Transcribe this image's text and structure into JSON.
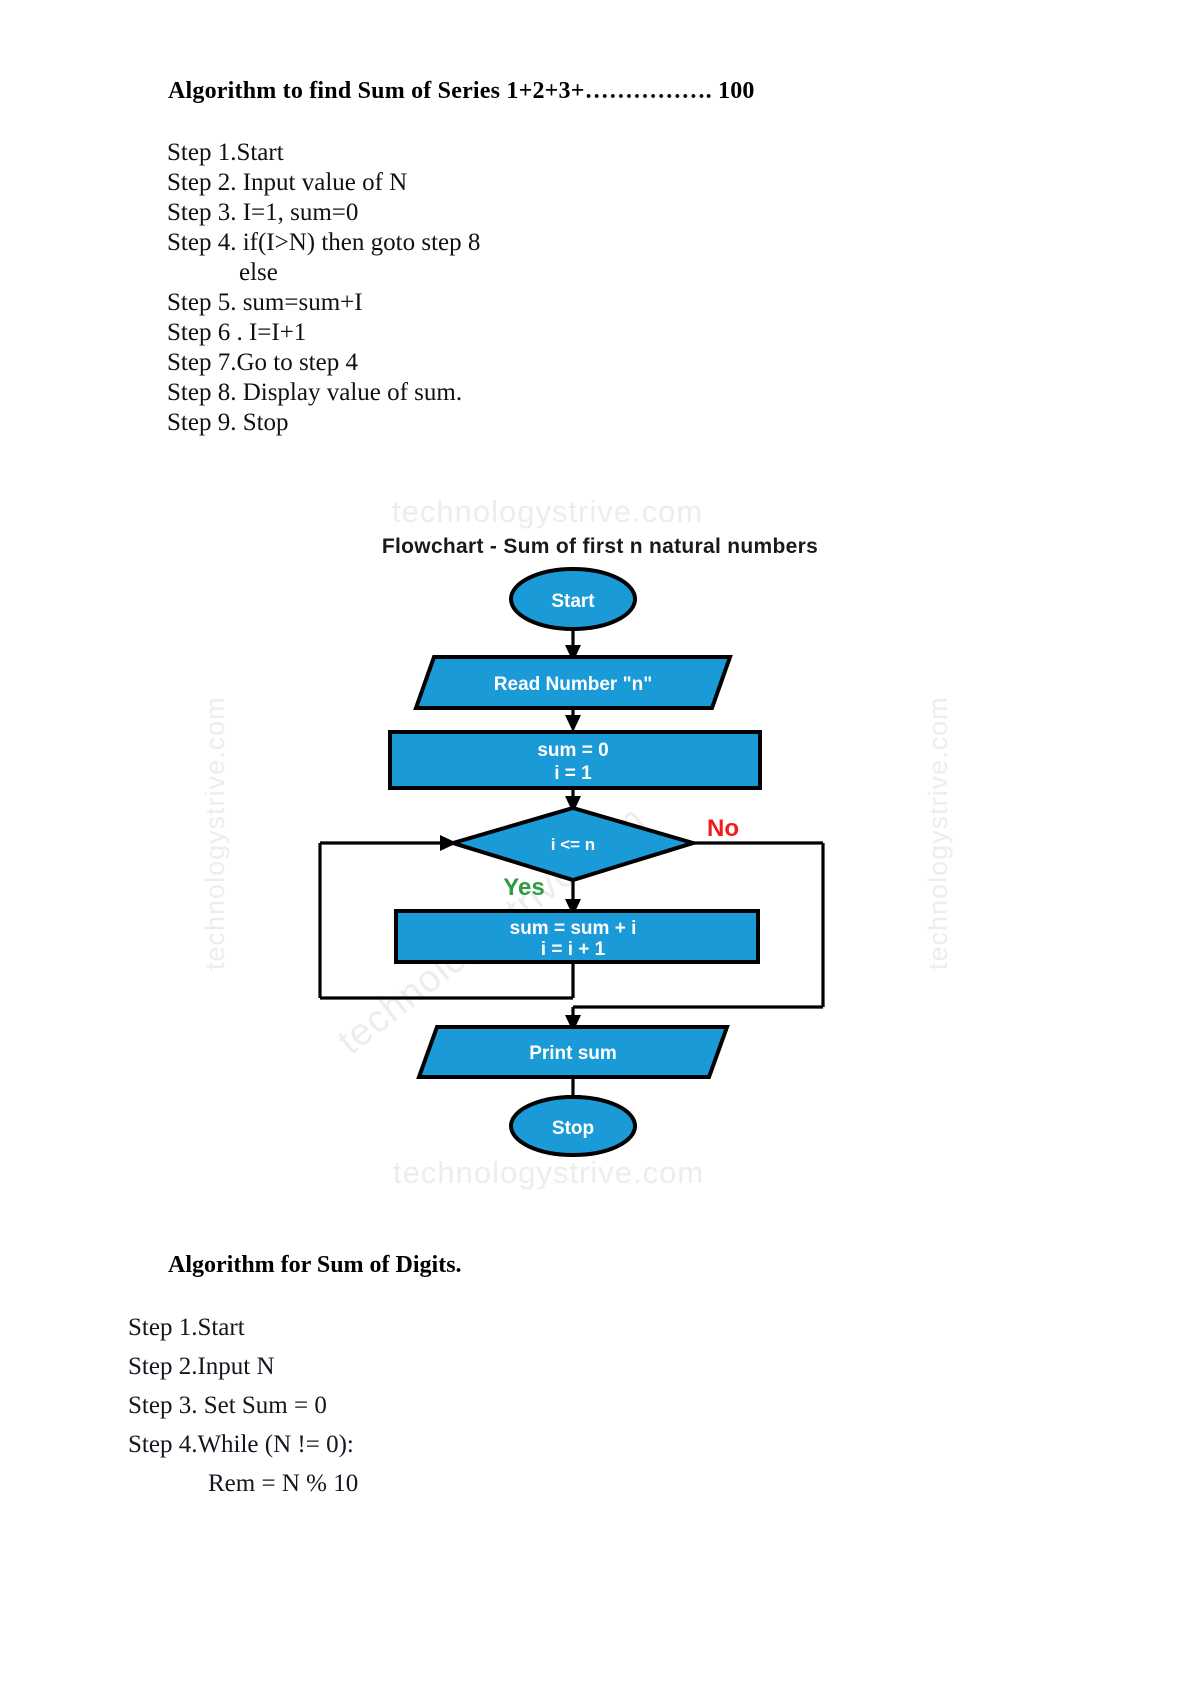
{
  "document": {
    "section1": {
      "title": "Algorithm to find Sum of Series 1+2+3+……………. 100",
      "steps": [
        {
          "text": "Step 1.Start",
          "indent": false
        },
        {
          "text": "Step 2. Input value of N",
          "indent": false
        },
        {
          "text": "Step 3. I=1, sum=0",
          "indent": false
        },
        {
          "text": "Step 4. if(I>N) then goto step 8",
          "indent": false
        },
        {
          "text": "else",
          "indent": true
        },
        {
          "text": "Step 5. sum=sum+I",
          "indent": false
        },
        {
          "text": "Step 6 . I=I+1",
          "indent": false
        },
        {
          "text": "Step 7.Go to step 4",
          "indent": false
        },
        {
          "text": "Step 8. Display value of sum.",
          "indent": false
        },
        {
          "text": "Step 9. Stop",
          "indent": false
        }
      ]
    },
    "section2": {
      "title": "Algorithm for Sum of Digits.",
      "steps": [
        {
          "text": "Step 1.Start",
          "indent": false
        },
        {
          "text": "Step 2.Input N",
          "indent": false
        },
        {
          "text": "Step 3. Set Sum = 0",
          "indent": false
        },
        {
          "text": "Step 4.While (N != 0):",
          "indent": false
        },
        {
          "text": "Rem = N % 10",
          "indent": true
        }
      ]
    }
  },
  "flowchart": {
    "title": "Flowchart - Sum of first n natural numbers",
    "colors": {
      "shape_fill": "#1b9ad8",
      "shape_stroke": "#000000",
      "shape_text": "#ffffff",
      "yes_label": "#2e9b3f",
      "no_label": "#f21a1a",
      "watermark": "#eceded"
    },
    "nodes": [
      {
        "id": "start",
        "shape": "terminator",
        "label": "Start"
      },
      {
        "id": "read",
        "shape": "parallelogram",
        "label": "Read Number \"n\""
      },
      {
        "id": "init",
        "shape": "process",
        "label_line1": "sum = 0",
        "label_line2": "i = 1"
      },
      {
        "id": "cond",
        "shape": "decision",
        "label": "i <= n"
      },
      {
        "id": "body",
        "shape": "process",
        "label_line1": "sum = sum + i",
        "label_line2": "i = i + 1"
      },
      {
        "id": "print",
        "shape": "parallelogram",
        "label": "Print sum"
      },
      {
        "id": "stop",
        "shape": "terminator",
        "label": "Stop"
      }
    ],
    "edge_labels": {
      "yes": "Yes",
      "no": "No"
    }
  },
  "watermarks": {
    "text": "technologystrive.com",
    "instances": [
      "top-center",
      "left-vertical",
      "right-vertical",
      "diagonal-center",
      "bottom-center"
    ]
  }
}
